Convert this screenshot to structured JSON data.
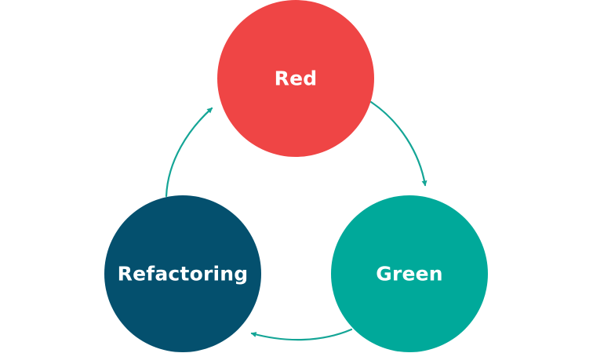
{
  "diagram": {
    "nodes": {
      "red": {
        "label": "Red",
        "color": "#EF4545"
      },
      "green": {
        "label": "Green",
        "color": "#00A99A"
      },
      "refactoring": {
        "label": "Refactoring",
        "color": "#04506E"
      }
    },
    "arrow_color": "#14A596",
    "background": "#FFFFFF",
    "edges": [
      {
        "from": "Red",
        "to": "Green"
      },
      {
        "from": "Green",
        "to": "Refactoring"
      },
      {
        "from": "Refactoring",
        "to": "Red"
      }
    ]
  }
}
